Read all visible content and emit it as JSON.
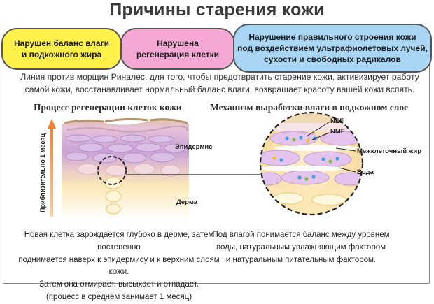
{
  "title": "Причины старения кожи",
  "causes": [
    "Нарушен баланс влаги\nи подкожного жира",
    "Нарушена\nрегенерация клетки",
    "Нарушение правильного строения кожи\nпод воздействием ультрафиолетовых лучей,\nсухости и свободных радикалов"
  ],
  "intro": "Линия против морщин Риналес, для того, чтобы предотвратить старение кожи, активизирует работу самой кожи, восстанавливает нормальный баланс влаги, возвращает красоту вашей кожи вспять.",
  "left_panel": {
    "heading": "Процесс регенерации клеток кожи",
    "arrow_label": "Приблизительно 1 месяц",
    "label_epidermis": "Эпидермис",
    "label_derma": "Дерма",
    "caption": "Новая клетка зарождается глубоко в дерме, затем постепенно\nподнимается наверх к эпидермису и к верхним слоям кожи.\nЗатем она отмирает, высыхает и отпадает.\n(процесс в среднем занимает 1 месяц)"
  },
  "right_panel": {
    "heading": "Механизм выработки влаги в подкожном слое",
    "label_nef": "NEF",
    "label_nmf": "NMF",
    "label_lipid": "Межклеточный жир",
    "label_water": "Вода",
    "caption": "Под влагой понимается баланс между уровнем\nводы, натуральным увлажняющим фактором\nи натуральным питательным фактором."
  },
  "colors": {
    "yellow": "#fff14a",
    "pink": "#f5a8d4",
    "blue": "#a9d6f5",
    "arrow_orange": "#f08a3c",
    "skin_purple": "#c9a3d6",
    "skin_cream": "#fbe9b8"
  }
}
